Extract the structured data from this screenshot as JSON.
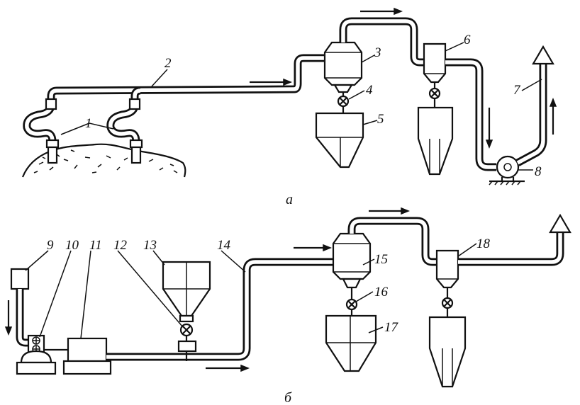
{
  "labels": {
    "n1": "1",
    "n2": "2",
    "n3": "3",
    "n4": "4",
    "n5": "5",
    "n6": "6",
    "n7": "7",
    "n8": "8",
    "n9": "9",
    "n10": "10",
    "n11": "11",
    "n12": "12",
    "n13": "13",
    "n14": "14",
    "n15": "15",
    "n16": "16",
    "n17": "17",
    "n18": "18"
  },
  "captions": {
    "top": "а",
    "bottom": "б"
  }
}
